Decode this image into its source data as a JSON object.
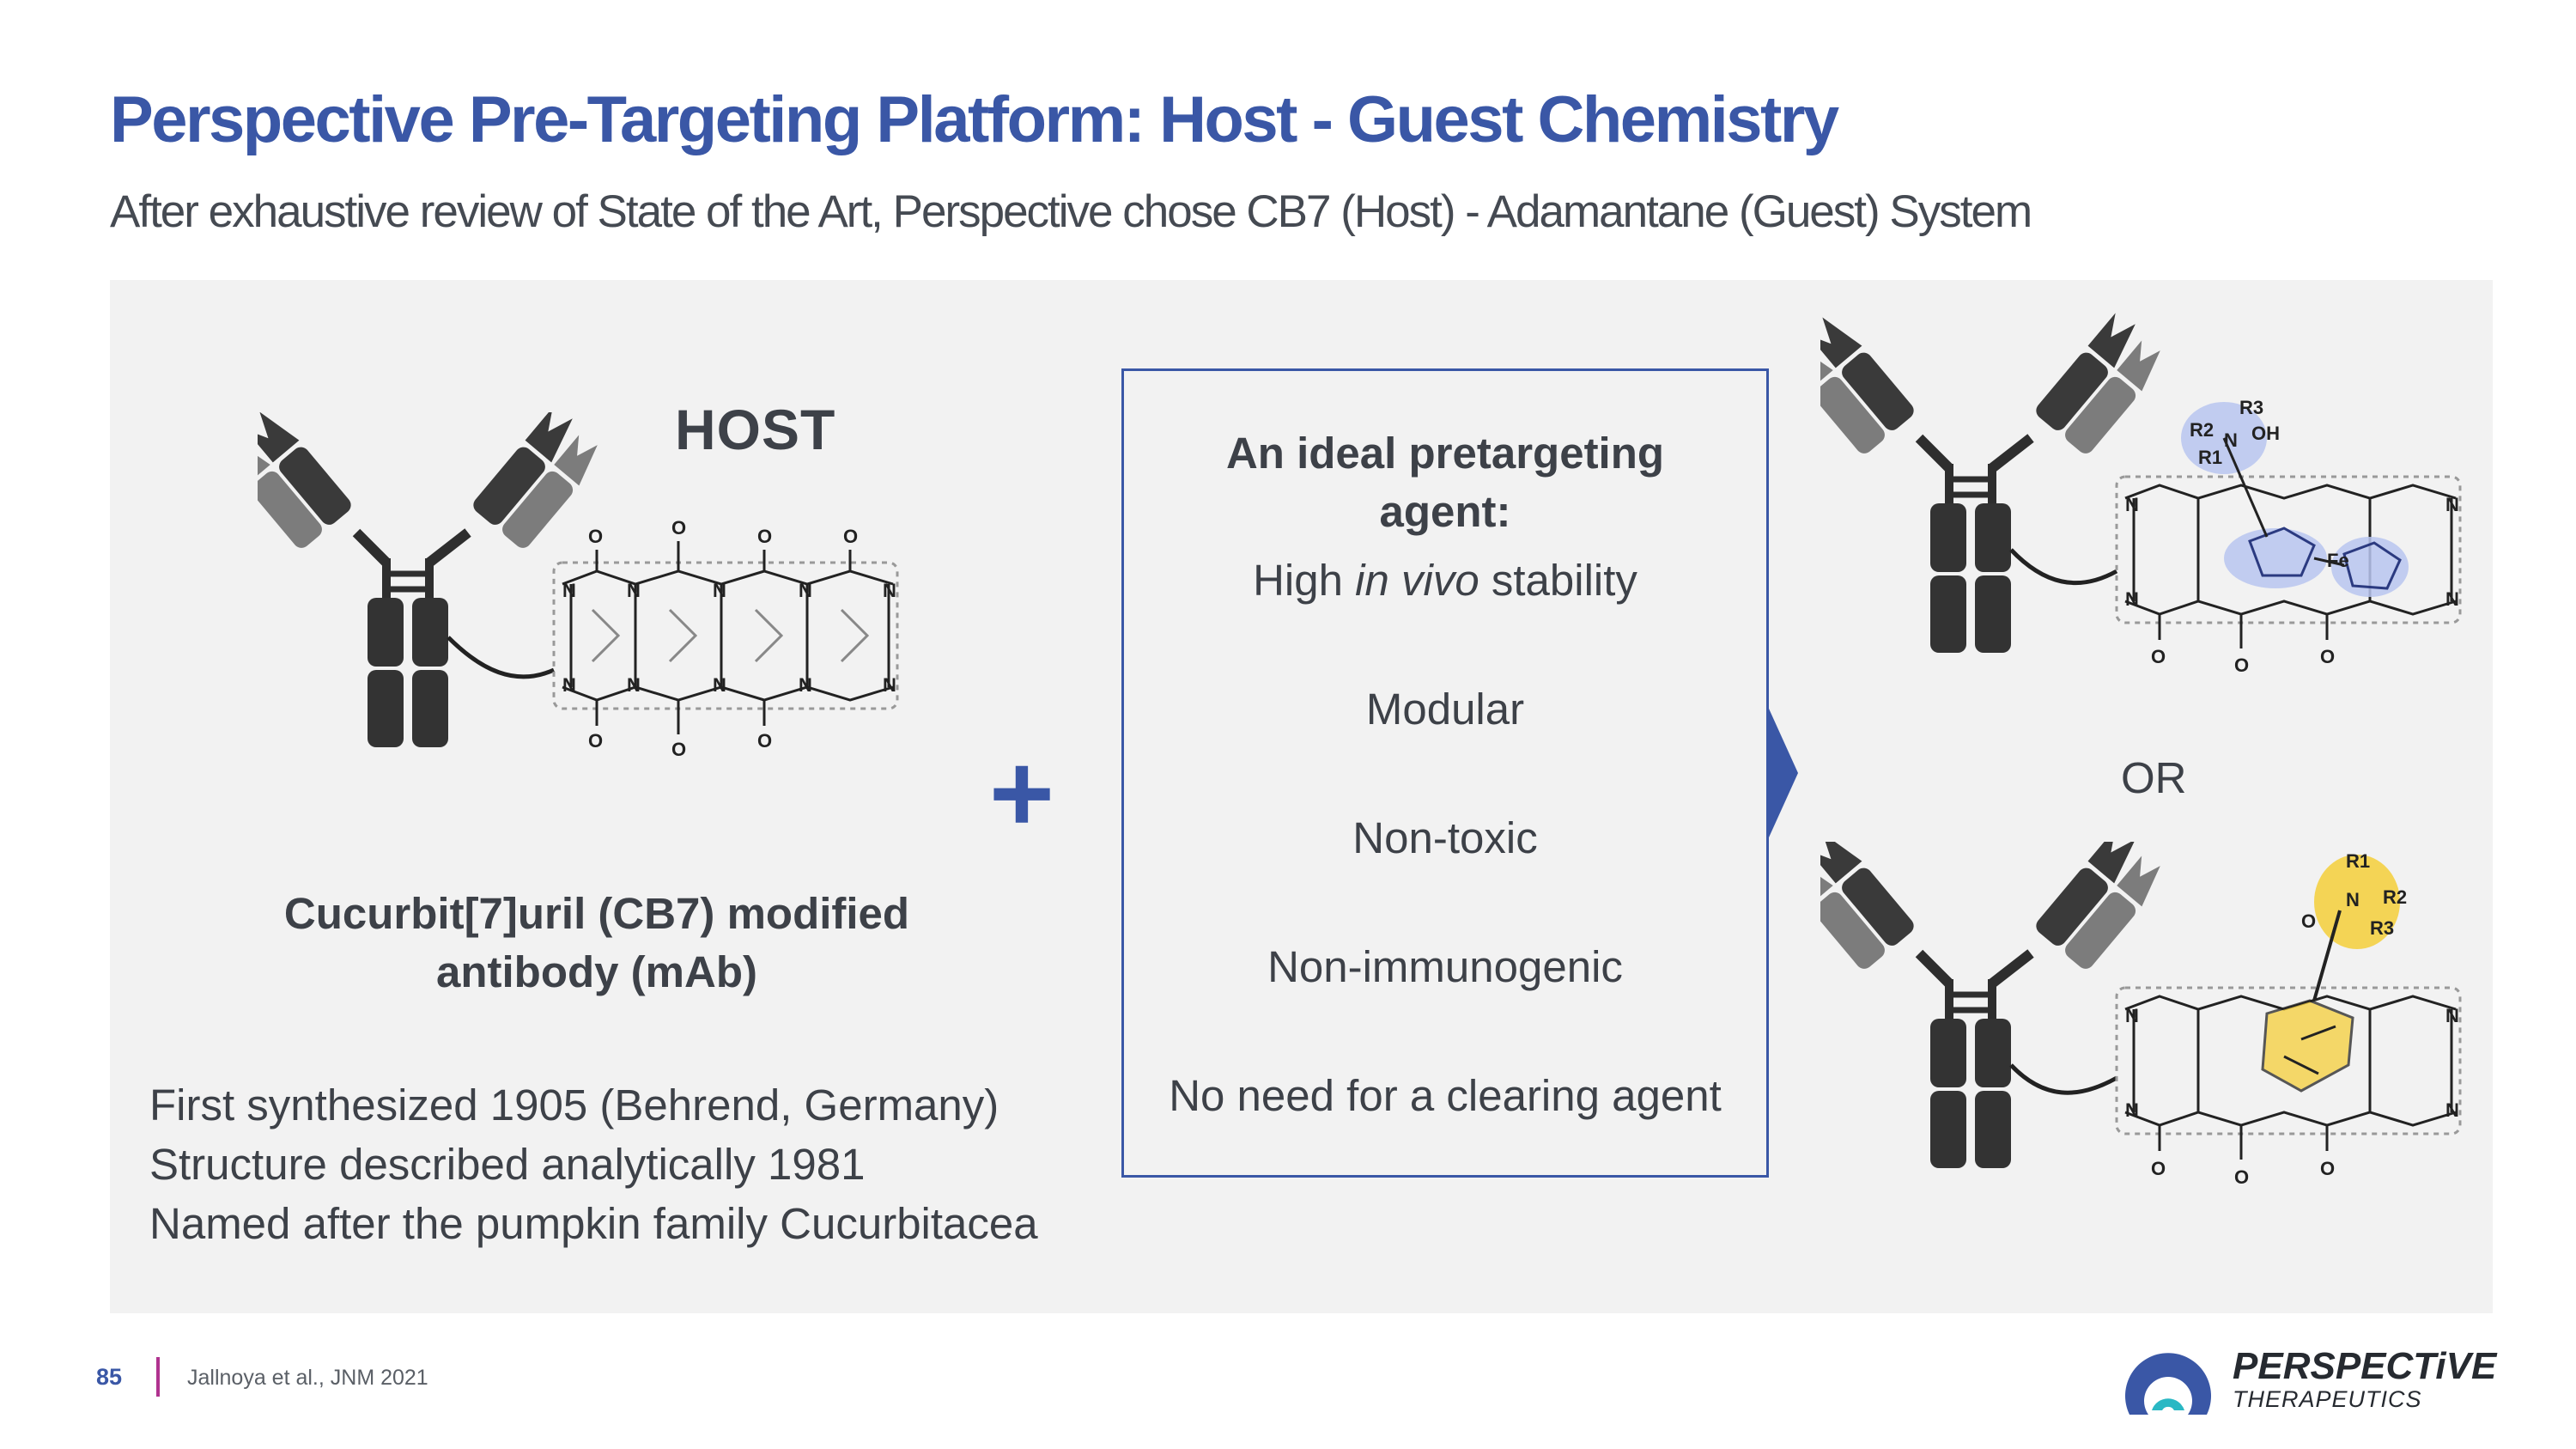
{
  "slide": {
    "title": "Perspective Pre-Targeting Platform: Host - Guest Chemistry",
    "subtitle": "After exhaustive review of State of the Art, Perspective chose CB7 (Host) - Adamantane (Guest) System"
  },
  "host": {
    "label": "HOST",
    "caption": "Cucurbit[7]uril (CB7) modified antibody (mAb)",
    "facts": [
      "First synthesized 1905 (Behrend, Germany)",
      "Structure described analytically 1981",
      "Named after the pumpkin family Cucurbitacea"
    ]
  },
  "plus_symbol": "+",
  "ideal_agent": {
    "heading": "An ideal pretargeting agent:",
    "item1_pre": "High ",
    "item1_italic": "in vivo",
    "item1_post": " stability",
    "item2": "Modular",
    "item3": "Non-toxic",
    "item4": "Non-immunogenic",
    "item5": "No need for a clearing agent"
  },
  "or_label": "OR",
  "chem_labels": {
    "r1": "R1",
    "r2": "R2",
    "r3": "R3",
    "oh": "OH",
    "fe": "Fe",
    "n": "N",
    "o": "O"
  },
  "footer": {
    "page_number": "85",
    "reference": "Jallnoya et al., JNM 2021"
  },
  "logo": {
    "name_line1": "PERSPECTiVE",
    "name_line2": "THERAPEUTICS"
  },
  "colors": {
    "brand_blue": "#3a57a6",
    "accent_magenta": "#b0338f",
    "panel_gray": "#f2f2f2",
    "ferrocene_highlight": "#b9c6f0",
    "adamantane_highlight": "#f5cf3a",
    "logo_teal": "#2ab8c4"
  }
}
